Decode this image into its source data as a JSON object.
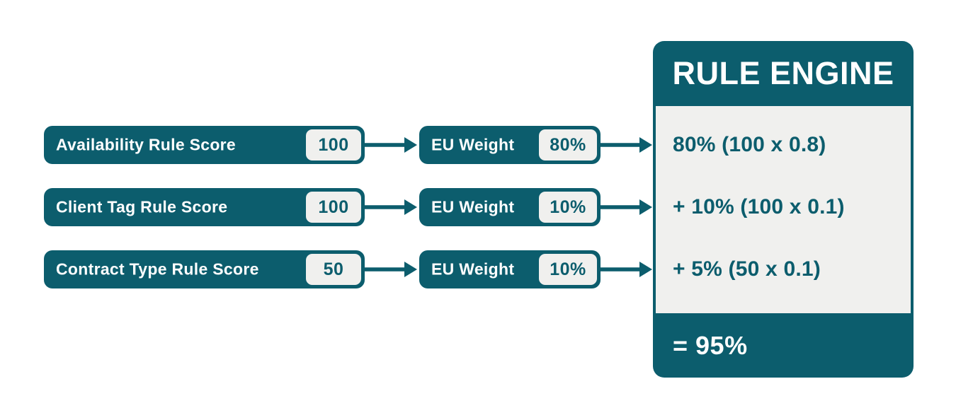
{
  "colors": {
    "teal": "#0C5D6D",
    "light": "#F0F0EE",
    "white": "#FFFFFF"
  },
  "rows": [
    {
      "label": "Availability Rule Score",
      "score": "100",
      "weight_label": "EU Weight",
      "weight": "80%",
      "formula": "80% (100 x 0.8)"
    },
    {
      "label": "Client Tag Rule Score",
      "score": "100",
      "weight_label": "EU Weight",
      "weight": "10%",
      "formula": "+ 10% (100 x 0.1)"
    },
    {
      "label": "Contract Type Rule Score",
      "score": "50",
      "weight_label": "EU Weight",
      "weight": "10%",
      "formula": "+ 5% (50 x 0.1)"
    }
  ],
  "engine": {
    "title": "RULE ENGINE",
    "result": "= 95%"
  }
}
